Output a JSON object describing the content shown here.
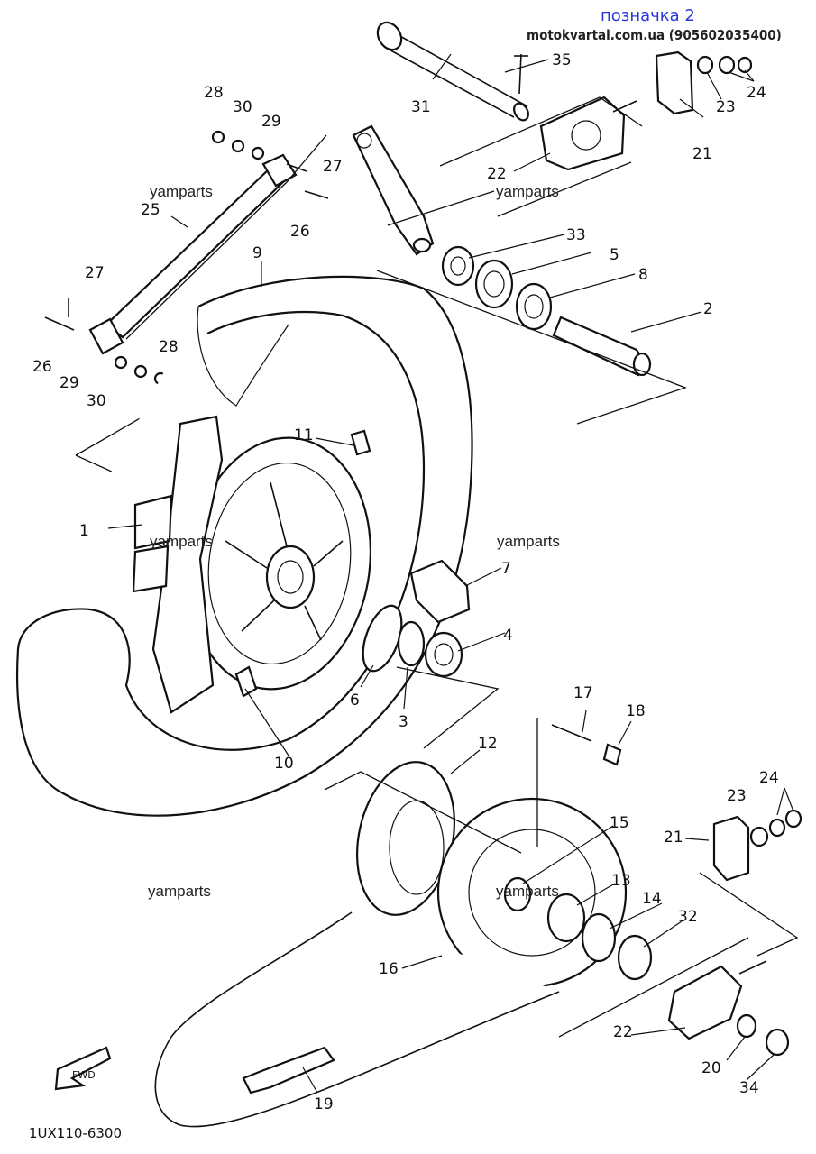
{
  "header": {
    "title": "позначка 2",
    "site": "motokvartal.com.ua (905602035400)"
  },
  "watermarks": [
    "yamparts",
    "yamparts",
    "yamparts",
    "yamparts",
    "yamparts",
    "yamparts"
  ],
  "diagram_code": "1UX110-6300",
  "fwd_label": "FWD",
  "callouts": {
    "p1": "1",
    "p2": "2",
    "p3": "3",
    "p4": "4",
    "p5": "5",
    "p6": "6",
    "p7": "7",
    "p8": "8",
    "p9": "9",
    "p10": "10",
    "p11": "11",
    "p12": "12",
    "p13": "13",
    "p14": "14",
    "p15": "15",
    "p16": "16",
    "p17": "17",
    "p18": "18",
    "p19": "19",
    "p20": "20",
    "p21a": "21",
    "p21b": "21",
    "p22a": "22",
    "p22b": "22",
    "p23a": "23",
    "p23b": "23",
    "p24a": "24",
    "p24b": "24",
    "p25": "25",
    "p26a": "26",
    "p26b": "26",
    "p27a": "27",
    "p27b": "27",
    "p28a": "28",
    "p28b": "28",
    "p29a": "29",
    "p29b": "29",
    "p30a": "30",
    "p30b": "30",
    "p31": "31",
    "p32": "32",
    "p33": "33",
    "p34": "34",
    "p35": "35"
  }
}
